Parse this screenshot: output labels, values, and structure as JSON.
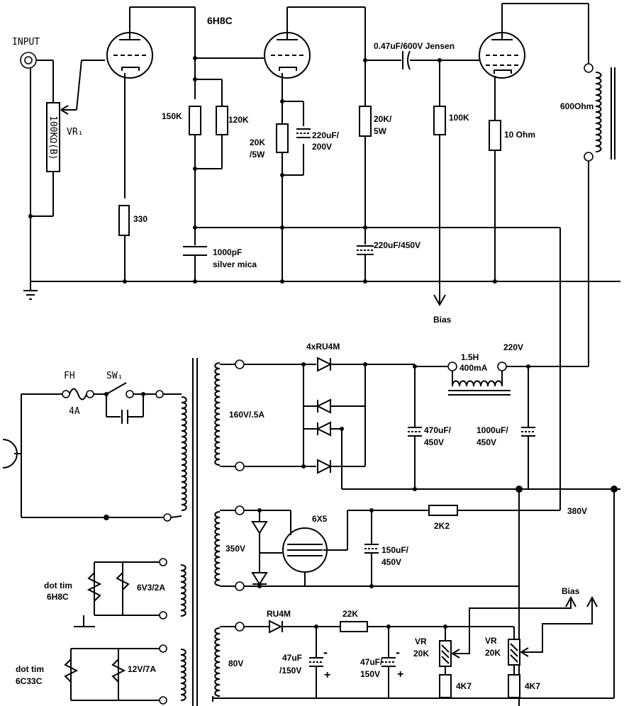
{
  "labels": {
    "input": "INPUT",
    "vr1_value": "100KΩ(B)",
    "vr1": "VR₁",
    "tube1": "6H8C",
    "r_cathode1": "330",
    "r_150k": "150K",
    "r_120k": "120K",
    "r_20k_5w_a1": "20K",
    "r_20k_5w_a2": "/5W",
    "c_220uf_1": "220uF/",
    "c_200v": "200V",
    "c_coupling": "0.47uF/600V Jensen",
    "r_20k_5w_b1": "20K/",
    "r_20k_5w_b2": "5W",
    "r_100k": "100K",
    "r_10ohm": "10 Ohm",
    "xfmr_out": "600Ohm",
    "c_1000pf1": "1000pF",
    "c_1000pf2": "silver mica",
    "c_220uf_450v": "220uF/450V",
    "bias_top": "Bias",
    "rect_bridge": "4xRU4M",
    "choke1": "1.5H",
    "choke2": "400mA",
    "v220": "220V",
    "sec_160v": "160V/.5A",
    "c_470uf1": "470uF/",
    "c_470uf2": "450V",
    "c_1000uf1": "1000uF/",
    "c_1000uf2": "450V",
    "fuse": "FH",
    "fuse_val": "4A",
    "switch": "SW₁",
    "v380": "380V",
    "tube_rect": "6X5",
    "r_2k2": "2K2",
    "sec_350v": "350V",
    "c_150uf1": "150uF/",
    "c_150uf2": "450V",
    "heater1_a": "dot tim",
    "heater1_b": "6H8C",
    "heater1_v": "6V3/2A",
    "heater2_a": "dot tim",
    "heater2_b": "6C33C",
    "heater2_v": "12V/7A",
    "bias_bottom": "Bias",
    "diode_ru4m": "RU4M",
    "r_22k": "22K",
    "sec_80v": "80V",
    "c_47uf_a1": "47uF",
    "c_47uf_a2": "/150V",
    "c_47uf_b1": "47uF/",
    "c_47uf_b2": "150V",
    "vr_a1": "VR",
    "vr_a2": "20K",
    "vr_b1": "VR",
    "vr_b2": "20K",
    "r_4k7_a": "4K7",
    "r_4k7_b": "4K7",
    "plus": "+",
    "minus": "-"
  }
}
